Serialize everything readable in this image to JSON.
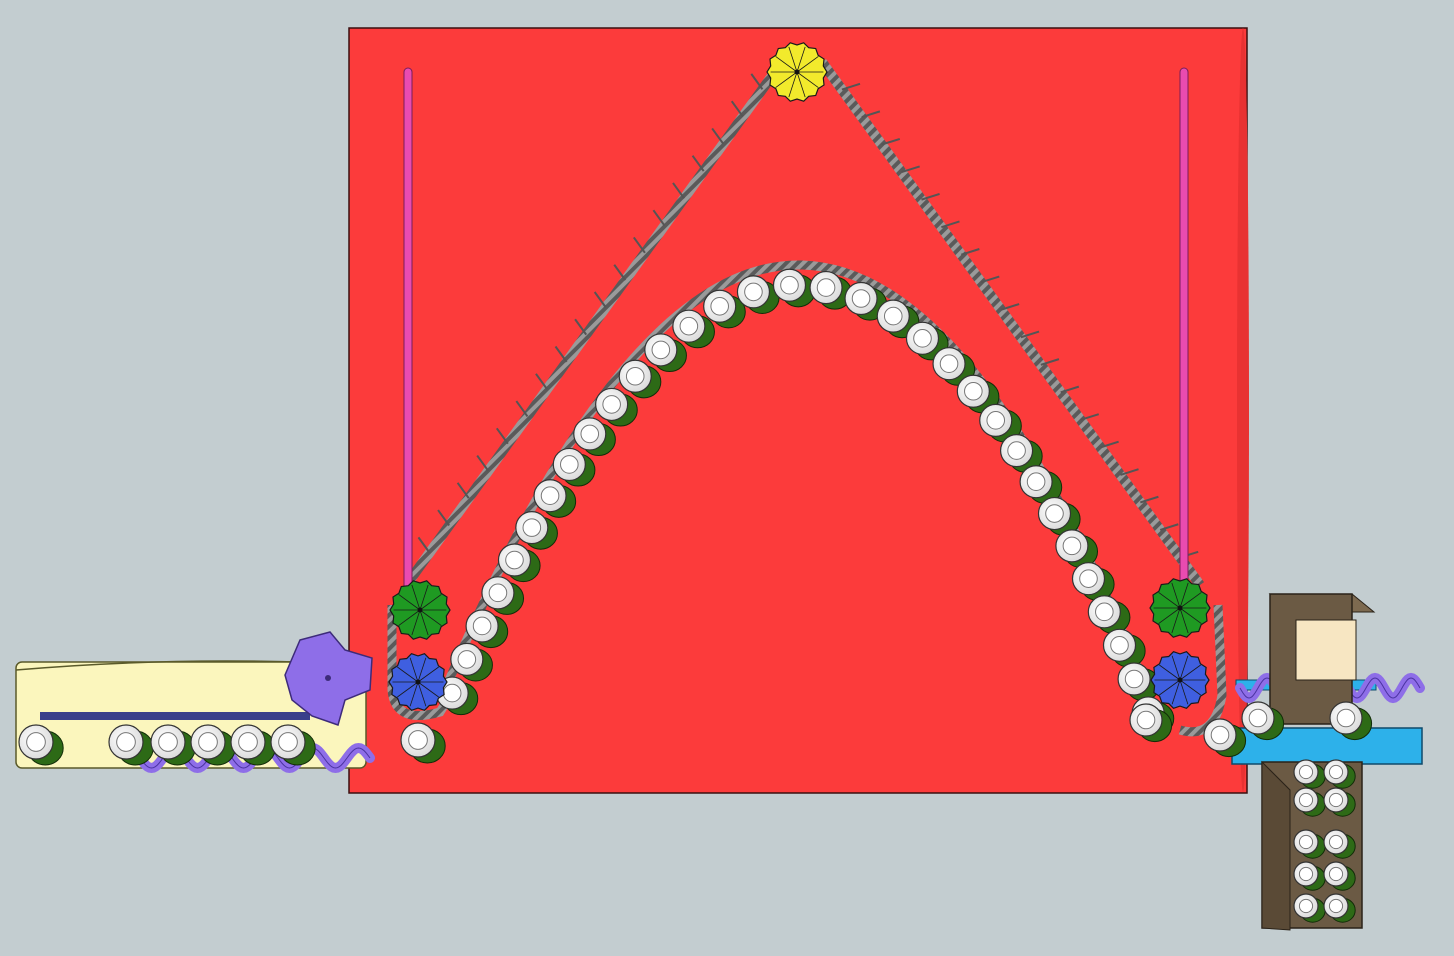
{
  "colors": {
    "background": "#c3cdd0",
    "panel": "#fc3b3b",
    "chain": "#4a4a4a",
    "rod": "#e94bb0",
    "top_gear": "#f2ea2c",
    "upper_gears": "#1f9a22",
    "lower_gears": "#3f5fe0",
    "bottle_cap": "#ffffff",
    "bottle_body": "#2d6a16",
    "infeed_tray": "#fbf6bd",
    "feed_screw": "#8e6ee8",
    "outfeed_tray": "#2db1ea",
    "carton": "#6b5a44",
    "carton_inner": "#f7e6c2"
  },
  "parts": {
    "panel": "machine-frame-panel",
    "top_sprocket": "top-sprocket",
    "left_sprockets": [
      "left-upper-sprocket",
      "left-lower-sprocket"
    ],
    "right_sprockets": [
      "right-upper-sprocket",
      "right-lower-sprocket"
    ],
    "bottle_arch_count": 32,
    "infeed_bottles": 7,
    "carton_bottles": 10
  }
}
